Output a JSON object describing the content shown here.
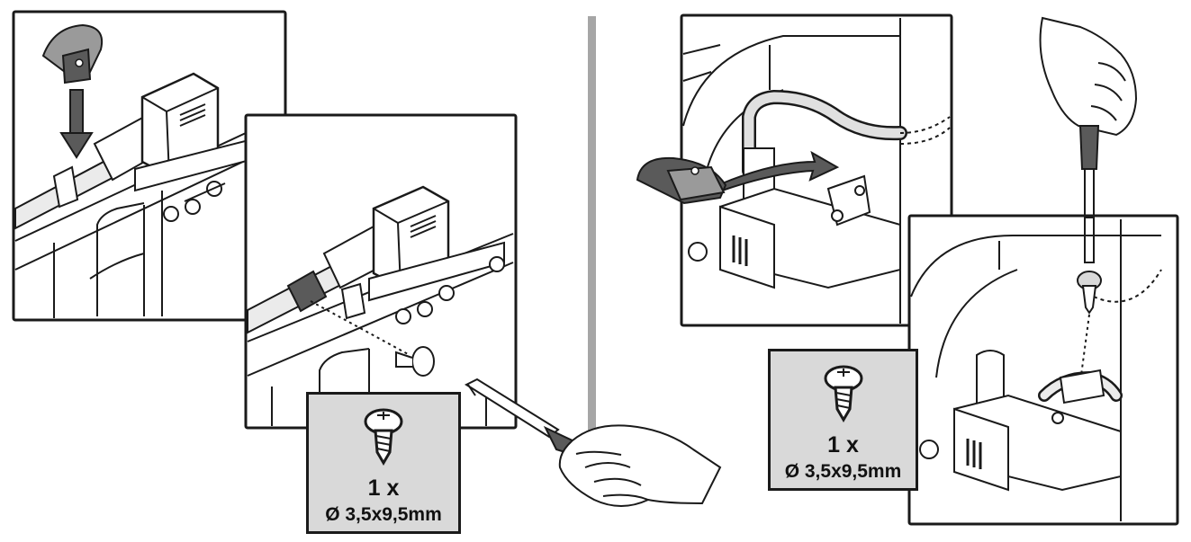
{
  "colors": {
    "ink": "#1a1a1a",
    "panel_fill": "#ffffff",
    "spec_fill": "#d9d9d9",
    "divider": "#a6a6a6",
    "clip_dark": "#5a5a5a",
    "clip_light": "#9a9a9a"
  },
  "icons": [
    "arrow-down-icon",
    "arrow-curved-icon",
    "screw-icon",
    "screwdriver-icon",
    "hand-icon"
  ],
  "left_step": {
    "spec": {
      "quantity": "1 x",
      "size": "Ø 3,5x9,5mm"
    }
  },
  "right_step": {
    "spec": {
      "quantity": "1 x",
      "size": "Ø 3,5x9,5mm"
    }
  }
}
